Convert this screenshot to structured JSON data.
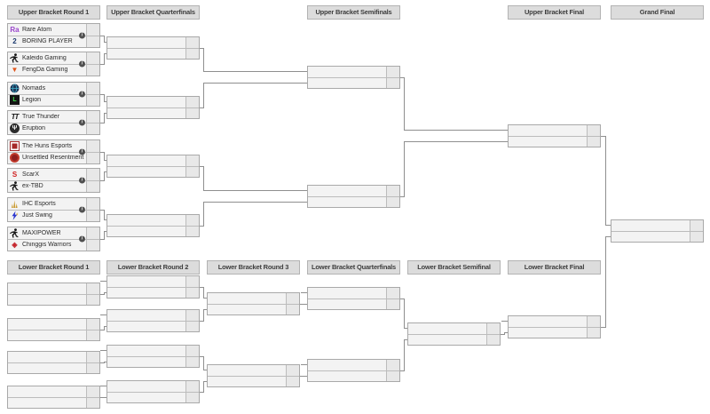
{
  "colors": {
    "header_bg": "#dcdcdc",
    "header_border": "#b3b3b3",
    "header_text": "#3d3d3d",
    "match_bg": "#f3f3f3",
    "score_bg": "#e8e8e8",
    "box_border": "#a9a9a9",
    "connector_line": "#8f8f8f",
    "info_icon_bg": "#4f4f4f"
  },
  "headers": {
    "upper": [
      {
        "label": "Upper Bracket Round 1"
      },
      {
        "label": "Upper Bracket Quarterfinals"
      },
      {
        "label": "Upper Bracket Semifinals"
      },
      {
        "label": "Upper Bracket Final"
      },
      {
        "label": "Grand Final"
      }
    ],
    "lower": [
      {
        "label": "Lower Bracket Round 1"
      },
      {
        "label": "Lower Bracket Round 2"
      },
      {
        "label": "Lower Bracket Round 3"
      },
      {
        "label": "Lower Bracket Quarterfinals"
      },
      {
        "label": "Lower Bracket Semifinal"
      },
      {
        "label": "Lower Bracket Final"
      }
    ]
  },
  "info_icon": {
    "glyph": "i"
  },
  "rounds": [
    {
      "id": "ub-r1",
      "name": "Upper Bracket Round 1",
      "matches": [
        {
          "info": true,
          "teams": [
            {
              "name": "Rare Atom",
              "score": "",
              "logo": {
                "kind": "text",
                "text": "Ra",
                "color": "#9a45cc"
              }
            },
            {
              "name": "BORING PLAYER",
              "score": "",
              "logo": {
                "kind": "text",
                "text": "2",
                "color": "#1c3a6e"
              }
            }
          ]
        },
        {
          "info": true,
          "teams": [
            {
              "name": "Kaleido Gaming",
              "score": "",
              "logo": {
                "kind": "person",
                "color": "#141414"
              }
            },
            {
              "name": "FengDa Gaming",
              "score": "",
              "logo": {
                "kind": "text",
                "text": "▼",
                "color": "#e0561c"
              }
            }
          ]
        },
        {
          "info": true,
          "teams": [
            {
              "name": "Nomads",
              "score": "",
              "logo": {
                "kind": "globe",
                "color": "#1d3557",
                "accent": "#43b0c8"
              }
            },
            {
              "name": "Legion",
              "score": "",
              "logo": {
                "kind": "tile",
                "bg": "#141414",
                "text": "L",
                "color": "#3ddc4a"
              }
            }
          ]
        },
        {
          "info": true,
          "teams": [
            {
              "name": "True Thunder",
              "score": "",
              "logo": {
                "kind": "text",
                "text": "TT",
                "color": "#141414",
                "italic": true
              }
            },
            {
              "name": "Eruption",
              "score": "",
              "logo": {
                "kind": "disc",
                "bg": "#2b2b2b",
                "text": "Ψ",
                "color": "#f2f2f2"
              }
            }
          ]
        },
        {
          "info": true,
          "teams": [
            {
              "name": "The Huns Esports",
              "score": "",
              "logo": {
                "kind": "seal",
                "bg": "#a62828",
                "color": "#ffffff"
              }
            },
            {
              "name": "Unsettled Resentment",
              "score": "",
              "logo": {
                "kind": "ring",
                "bg": "#c03a2c",
                "inner": "#8e1f1f"
              }
            }
          ]
        },
        {
          "info": true,
          "teams": [
            {
              "name": "ScarX",
              "score": "",
              "logo": {
                "kind": "text",
                "text": "S",
                "color": "#cf1f1f"
              }
            },
            {
              "name": "ex-TBD",
              "score": "",
              "logo": {
                "kind": "person",
                "color": "#141414"
              }
            }
          ]
        },
        {
          "info": true,
          "teams": [
            {
              "name": "IHC Esports",
              "score": "",
              "logo": {
                "kind": "flame",
                "color": "#c9992e"
              }
            },
            {
              "name": "Just Swing",
              "score": "",
              "logo": {
                "kind": "bolt",
                "color": "#2a35cf",
                "accent": "#d9a430"
              }
            }
          ]
        },
        {
          "info": true,
          "teams": [
            {
              "name": "MAXIPOWER",
              "score": "",
              "logo": {
                "kind": "person",
                "color": "#141414"
              }
            },
            {
              "name": "Chinggis Warriors",
              "score": "",
              "logo": {
                "kind": "text",
                "text": "◈",
                "color": "#c4242c"
              }
            }
          ]
        }
      ]
    },
    {
      "id": "ub-qf",
      "name": "Upper Bracket Quarterfinals",
      "matches": [
        {
          "teams": [
            {
              "name": "",
              "score": ""
            },
            {
              "name": "",
              "score": ""
            }
          ]
        },
        {
          "teams": [
            {
              "name": "",
              "score": ""
            },
            {
              "name": "",
              "score": ""
            }
          ]
        },
        {
          "teams": [
            {
              "name": "",
              "score": ""
            },
            {
              "name": "",
              "score": ""
            }
          ]
        },
        {
          "teams": [
            {
              "name": "",
              "score": ""
            },
            {
              "name": "",
              "score": ""
            }
          ]
        }
      ]
    },
    {
      "id": "ub-sf",
      "name": "Upper Bracket Semifinals",
      "matches": [
        {
          "teams": [
            {
              "name": "",
              "score": ""
            },
            {
              "name": "",
              "score": ""
            }
          ]
        },
        {
          "teams": [
            {
              "name": "",
              "score": ""
            },
            {
              "name": "",
              "score": ""
            }
          ]
        }
      ]
    },
    {
      "id": "ub-f",
      "name": "Upper Bracket Final",
      "matches": [
        {
          "teams": [
            {
              "name": "",
              "score": ""
            },
            {
              "name": "",
              "score": ""
            }
          ]
        }
      ]
    },
    {
      "id": "gf",
      "name": "Grand Final",
      "matches": [
        {
          "teams": [
            {
              "name": "",
              "score": ""
            },
            {
              "name": "",
              "score": ""
            }
          ]
        }
      ]
    },
    {
      "id": "lb-r1",
      "name": "Lower Bracket Round 1",
      "matches": [
        {
          "teams": [
            {
              "name": "",
              "score": ""
            },
            {
              "name": "",
              "score": ""
            }
          ]
        },
        {
          "teams": [
            {
              "name": "",
              "score": ""
            },
            {
              "name": "",
              "score": ""
            }
          ]
        },
        {
          "teams": [
            {
              "name": "",
              "score": ""
            },
            {
              "name": "",
              "score": ""
            }
          ]
        },
        {
          "teams": [
            {
              "name": "",
              "score": ""
            },
            {
              "name": "",
              "score": ""
            }
          ]
        }
      ]
    },
    {
      "id": "lb-r2",
      "name": "Lower Bracket Round 2",
      "matches": [
        {
          "teams": [
            {
              "name": "",
              "score": ""
            },
            {
              "name": "",
              "score": ""
            }
          ]
        },
        {
          "teams": [
            {
              "name": "",
              "score": ""
            },
            {
              "name": "",
              "score": ""
            }
          ]
        },
        {
          "teams": [
            {
              "name": "",
              "score": ""
            },
            {
              "name": "",
              "score": ""
            }
          ]
        },
        {
          "teams": [
            {
              "name": "",
              "score": ""
            },
            {
              "name": "",
              "score": ""
            }
          ]
        }
      ]
    },
    {
      "id": "lb-r3",
      "name": "Lower Bracket Round 3",
      "matches": [
        {
          "teams": [
            {
              "name": "",
              "score": ""
            },
            {
              "name": "",
              "score": ""
            }
          ]
        },
        {
          "teams": [
            {
              "name": "",
              "score": ""
            },
            {
              "name": "",
              "score": ""
            }
          ]
        }
      ]
    },
    {
      "id": "lb-qf",
      "name": "Lower Bracket Quarterfinals",
      "matches": [
        {
          "teams": [
            {
              "name": "",
              "score": ""
            },
            {
              "name": "",
              "score": ""
            }
          ]
        },
        {
          "teams": [
            {
              "name": "",
              "score": ""
            },
            {
              "name": "",
              "score": ""
            }
          ]
        }
      ]
    },
    {
      "id": "lb-sf",
      "name": "Lower Bracket Semifinal",
      "matches": [
        {
          "teams": [
            {
              "name": "",
              "score": ""
            },
            {
              "name": "",
              "score": ""
            }
          ]
        }
      ]
    },
    {
      "id": "lb-f",
      "name": "Lower Bracket Final",
      "matches": [
        {
          "teams": [
            {
              "name": "",
              "score": ""
            },
            {
              "name": "",
              "score": ""
            }
          ]
        }
      ]
    }
  ]
}
